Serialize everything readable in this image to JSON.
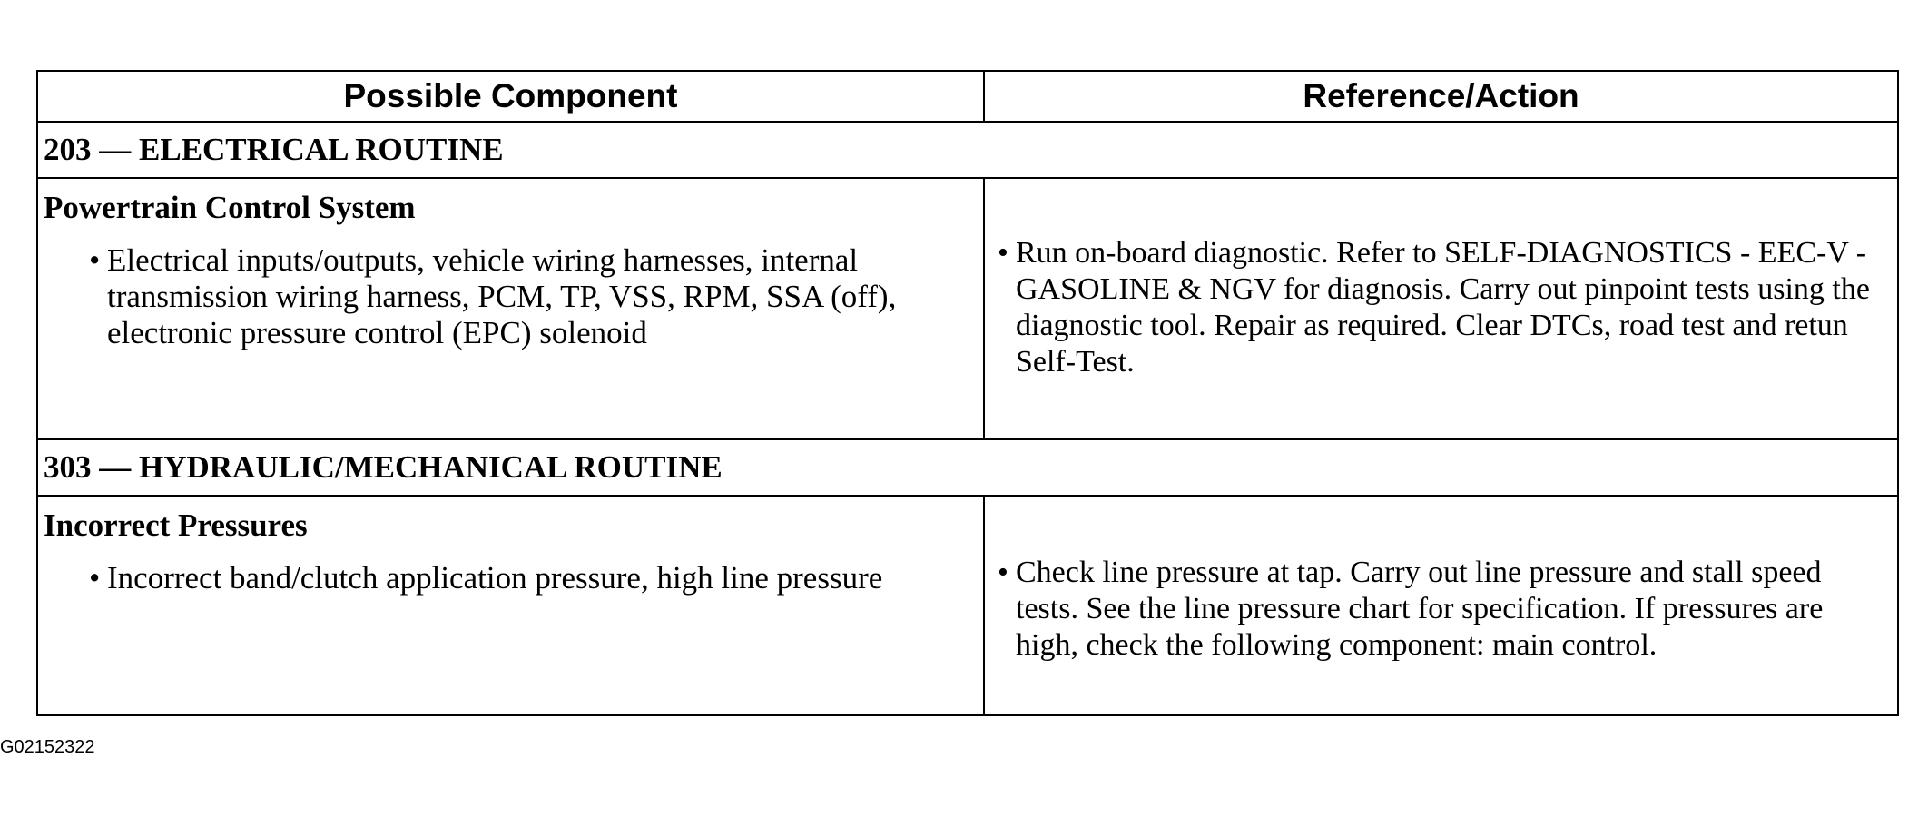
{
  "table": {
    "header": {
      "left": "Possible Component",
      "right": "Reference/Action"
    },
    "sections": [
      {
        "title": "203 — ELECTRICAL ROUTINE",
        "component": "Powertrain Control System",
        "component_item": "Electrical inputs/outputs, vehicle wiring harnesses, internal transmission wiring harness, PCM, TP, VSS, RPM, SSA (off), electronic pressure control (EPC) solenoid",
        "action": "Run on-board diagnostic. Refer to SELF-DIAGNOSTICS - EEC-V - GASOLINE & NGV for diagnosis. Carry out pinpoint tests using the diagnostic tool. Repair as required. Clear DTCs, road test and retun Self-Test."
      },
      {
        "title": "303 — HYDRAULIC/MECHANICAL ROUTINE",
        "component": "Incorrect Pressures",
        "component_item": "Incorrect band/clutch application pressure, high line pressure",
        "action": "Check line pressure at tap. Carry out line pressure and stall speed tests. See the line pressure chart for specification. If pressures are high, check the following component: main control."
      }
    ],
    "bullet": "•"
  },
  "figure_id": "G02152322"
}
